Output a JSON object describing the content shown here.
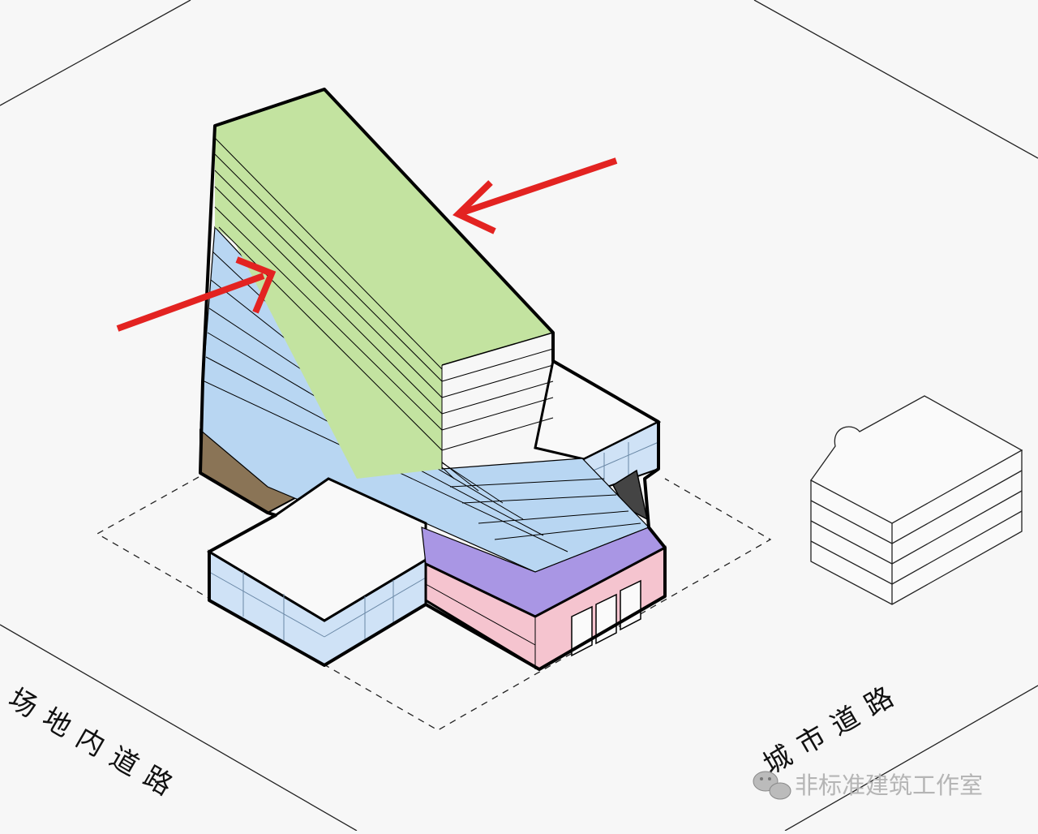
{
  "labels": {
    "site_road": "场地内道路",
    "city_road": "城市道路"
  },
  "watermark": {
    "text": "非标准建筑工作室"
  },
  "colors": {
    "background": "#f7f7f7",
    "tower_green": "#c3e3a0",
    "slab_blue": "#b8d6f2",
    "podium_blue": "#cfe2f6",
    "base_green": "#a6d8b6",
    "base_brown": "#8a7456",
    "purple": "#a996e4",
    "pink": "#f5c4cf",
    "roof_white": "#f9f9f9",
    "arrow_red": "#e32321",
    "outline": "#000000"
  }
}
